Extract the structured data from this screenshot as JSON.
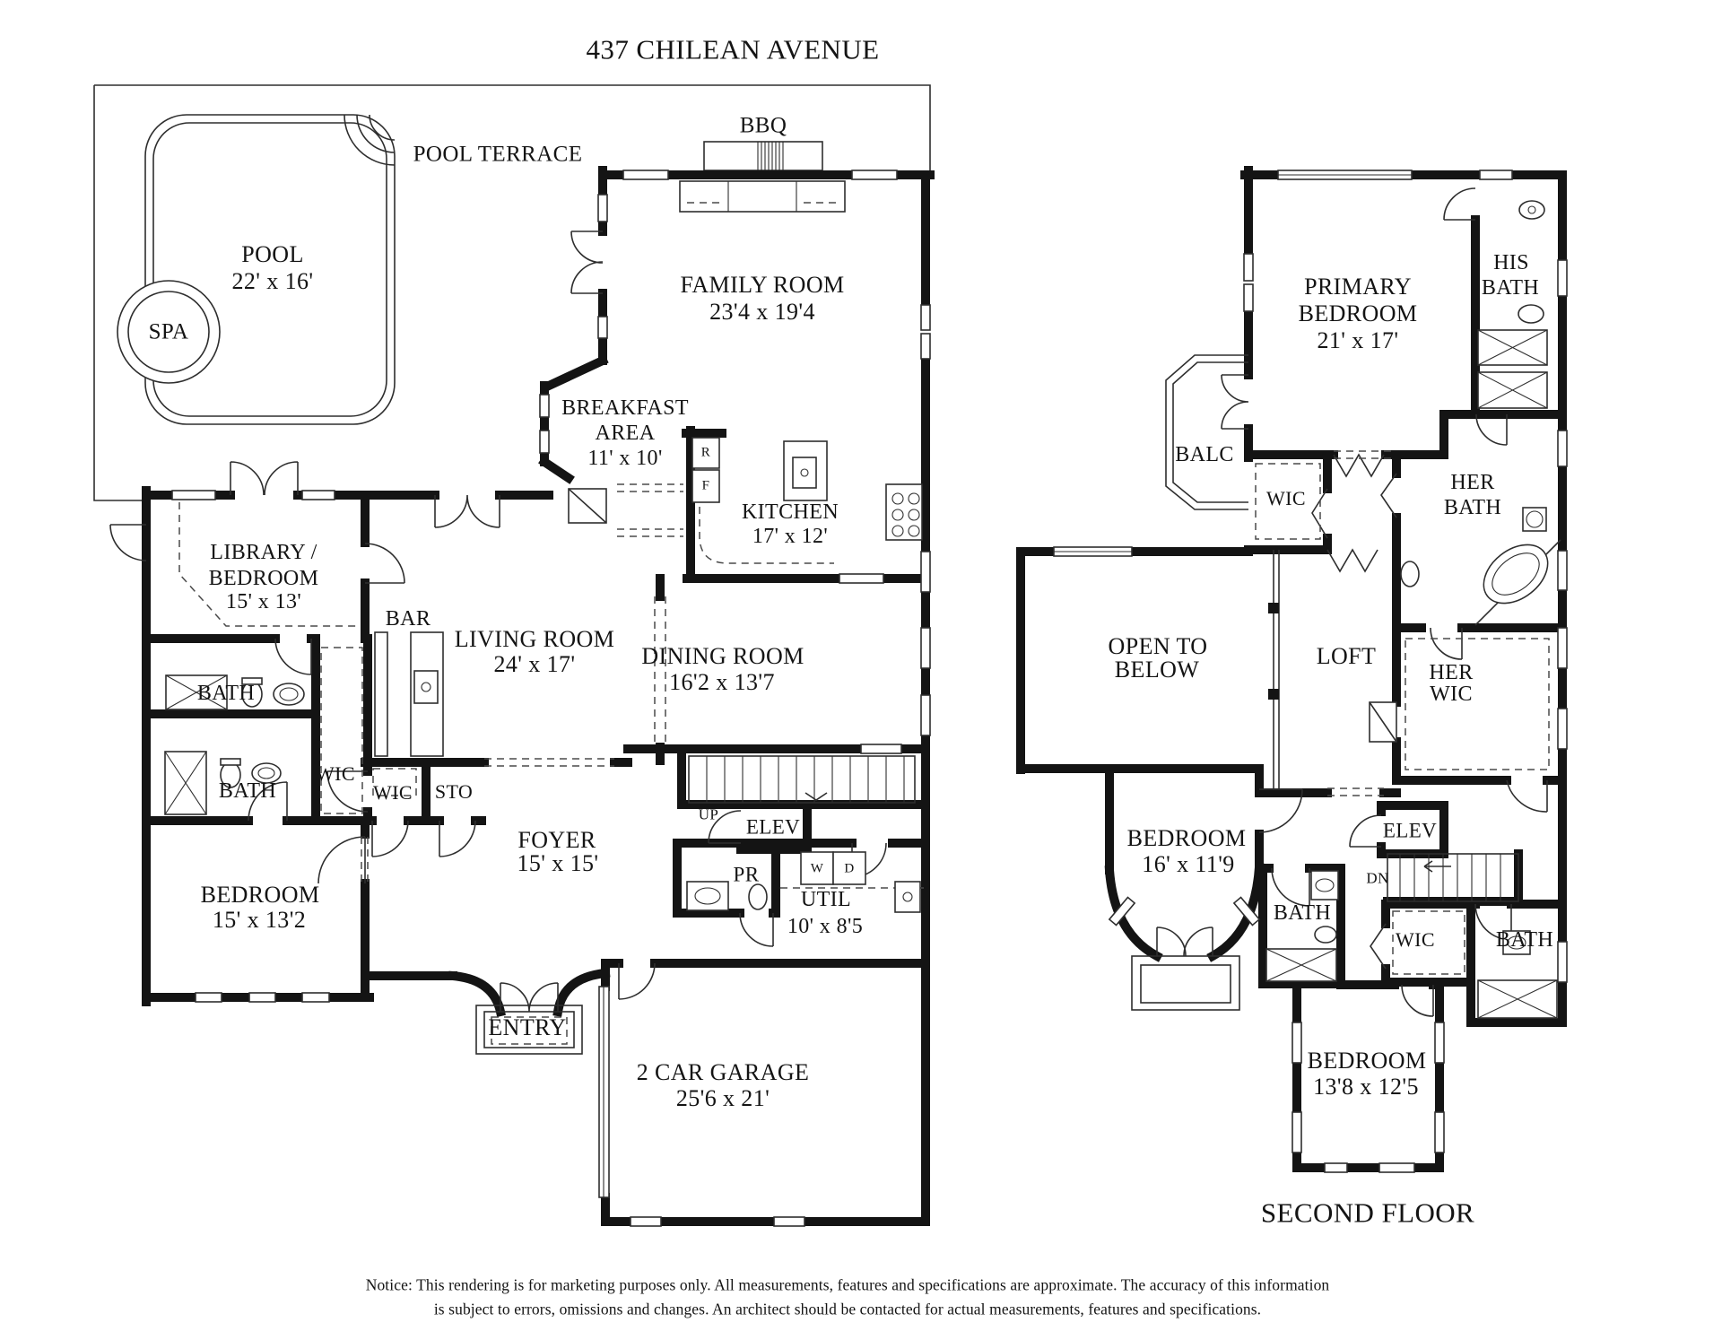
{
  "title": "437 CHILEAN AVENUE",
  "first_floor": {
    "pool_terrace": "POOL TERRACE",
    "pool": {
      "name": "POOL",
      "dims": "22' x 16'"
    },
    "spa": "SPA",
    "bbq": "BBQ",
    "family_room": {
      "name": "FAMILY ROOM",
      "dims": "23'4 x 19'4"
    },
    "breakfast_area": {
      "line1": "BREAKFAST",
      "line2": "AREA",
      "dims": "11' x 10'"
    },
    "kitchen": {
      "name": "KITCHEN",
      "dims": "17' x 12'"
    },
    "appliances": {
      "refrigerator": "R",
      "freezer": "F",
      "washer": "W",
      "dryer": "D"
    },
    "library_bedroom": {
      "line1": "LIBRARY /",
      "line2": "BEDROOM",
      "dims": "15' x 13'"
    },
    "bar": "BAR",
    "living_room": {
      "name": "LIVING ROOM",
      "dims": "24' x 17'"
    },
    "dining_room": {
      "name": "DINING ROOM",
      "dims": "16'2 x 13'7"
    },
    "bath_1": "BATH",
    "bath_2": "BATH",
    "wic_1": "WIC",
    "wic_2": "WIC",
    "storage": "STO",
    "foyer": {
      "name": "FOYER",
      "dims": "15' x 15'"
    },
    "stairs_up": "UP",
    "elevator": "ELEV",
    "powder_room": "PR",
    "utility": {
      "name": "UTIL",
      "dims": "10' x 8'5"
    },
    "bedroom": {
      "name": "BEDROOM",
      "dims": "15' x 13'2"
    },
    "entry": "ENTRY",
    "garage": {
      "name": "2 CAR GARAGE",
      "dims": "25'6 x 21'"
    }
  },
  "second_floor": {
    "primary_bedroom": {
      "line1": "PRIMARY",
      "line2": "BEDROOM",
      "dims": "21' x 17'"
    },
    "his_bath": {
      "line1": "HIS",
      "line2": "BATH"
    },
    "balcony": "BALC",
    "wic_primary": "WIC",
    "her_bath": {
      "line1": "HER",
      "line2": "BATH"
    },
    "open_to_below": {
      "line1": "OPEN TO",
      "line2": "BELOW"
    },
    "loft": "LOFT",
    "her_wic": {
      "line1": "HER",
      "line2": "WIC"
    },
    "bedroom_front": {
      "name": "BEDROOM",
      "dims": "16' x 11'9"
    },
    "bath_front": "BATH",
    "elevator": "ELEV",
    "stairs_down": "DN",
    "wic_rear": "WIC",
    "bath_rear": "BATH",
    "bedroom_rear": {
      "name": "BEDROOM",
      "dims": "13'8 x 12'5"
    },
    "floor_name": "SECOND FLOOR"
  },
  "notice": {
    "line1": "Notice: This rendering is for marketing purposes only. All measurements, features and specifications are approximate. The accuracy of this information",
    "line2": "is subject to errors, omissions and changes. An architect should be contacted for actual measurements, features and specifications."
  }
}
